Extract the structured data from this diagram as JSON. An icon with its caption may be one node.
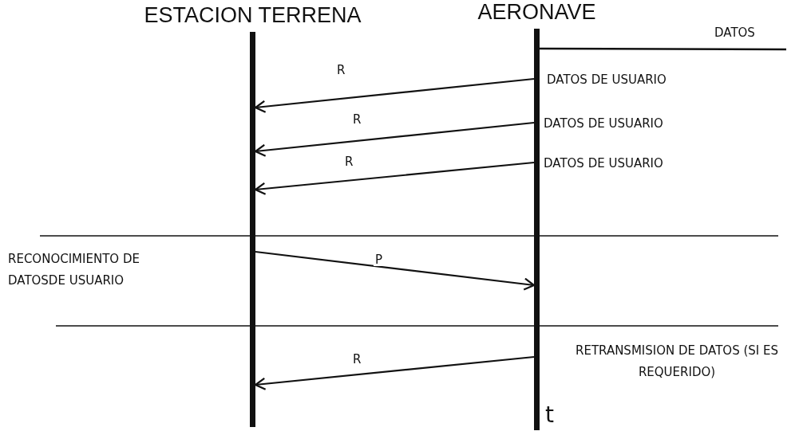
{
  "diagram": {
    "nodes": [
      {
        "text": [
          "ESTACION TERRENA"
        ]
      },
      {
        "text": [
          "AERONAVE"
        ]
      }
    ],
    "edges": [
      {
        "from": 1,
        "to": 0,
        "arrow": "to",
        "label": "R"
      },
      {
        "from": 1,
        "to": 0,
        "arrow": "to",
        "label": "R"
      },
      {
        "from": 1,
        "to": 0,
        "arrow": "to",
        "label": "R"
      },
      {
        "from": 0,
        "to": 1,
        "arrow": "to",
        "label": "P"
      },
      {
        "from": 1,
        "to": 0,
        "arrow": "to",
        "label": "R"
      }
    ],
    "labels": [
      "DATOS",
      "DATOS DE USUARIO",
      "DATOS DE USUARIO",
      "DATOS DE USUARIO",
      "RECONOCIMIENTO DE DATOSDE USUARIO",
      "RETRANSMISION DE DATOS (SI ES REQUERIDO)",
      "t"
    ]
  }
}
